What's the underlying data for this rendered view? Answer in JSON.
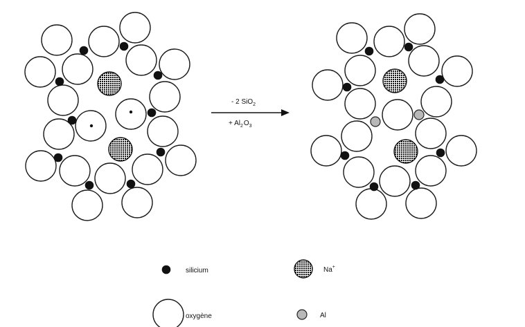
{
  "reaction": {
    "top_main": "- 2 SiO",
    "top_sub": "2",
    "bottom_a": "+ Al",
    "bottom_a_sub": "2",
    "bottom_b": "O",
    "bottom_b_sub": "3"
  },
  "legend": {
    "silicium": "silicium",
    "na_main": "Na",
    "na_sup": "+",
    "oxygene": "oxygène",
    "al": "Al"
  },
  "colors": {
    "oxygen_fill": "#ffffff",
    "silicon_fill": "#111111",
    "aluminium_fill": "#b8b8b8",
    "sodium_pattern": "crosshatch"
  }
}
